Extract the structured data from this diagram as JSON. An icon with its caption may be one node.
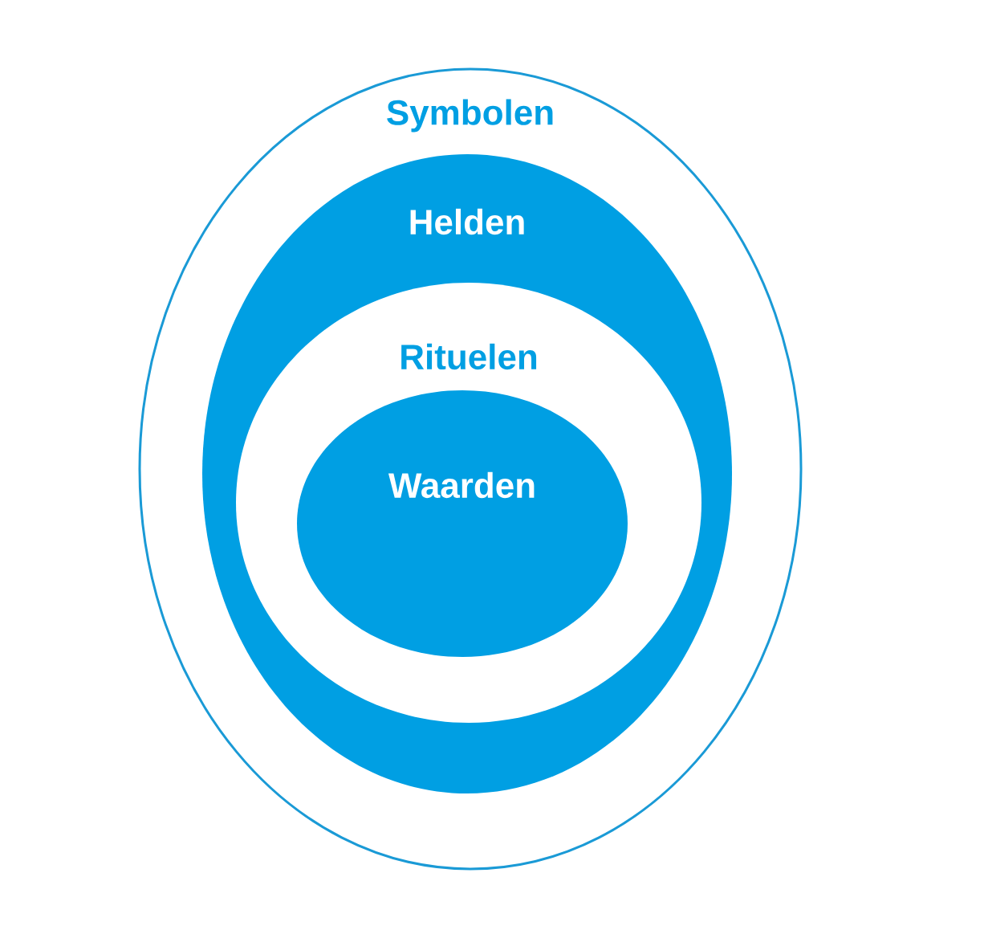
{
  "diagram": {
    "nodes": [
      {
        "text": [
          "Symbolen"
        ]
      },
      {
        "text": [
          "Helden"
        ],
        "in": 0
      },
      {
        "text": [
          "Rituelen"
        ],
        "in": 1
      },
      {
        "text": [
          "Waarden"
        ],
        "in": 2
      }
    ]
  }
}
